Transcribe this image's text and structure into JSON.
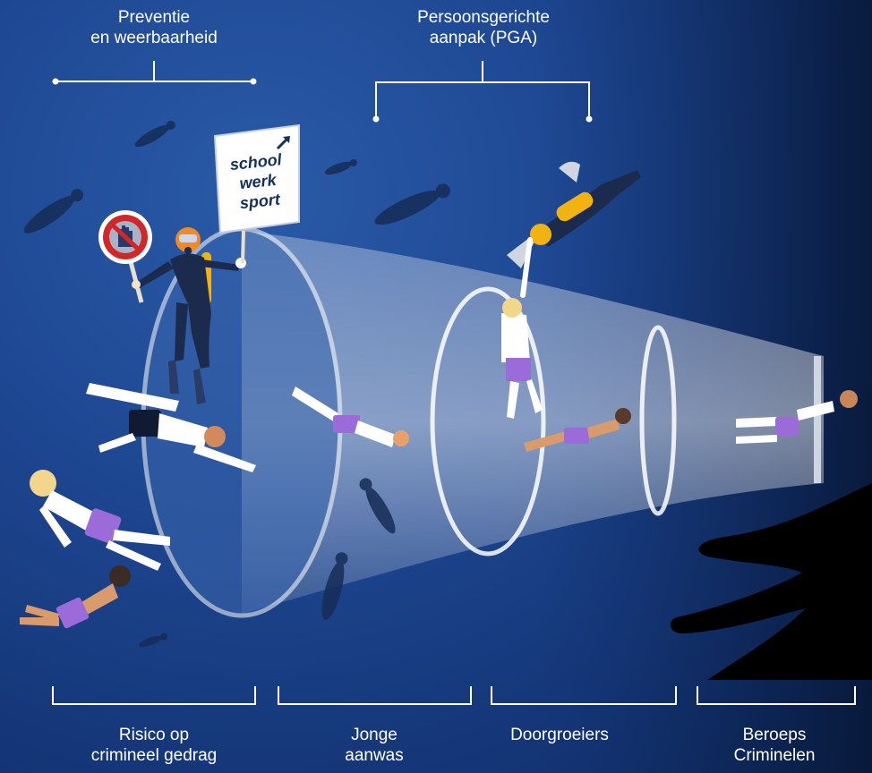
{
  "top_labels": {
    "prevention": "Preventie\nen weerbaarheid",
    "pga": "Persoonsgerichte\naanpak (PGA)"
  },
  "sign": {
    "text": "school\nwerk\nsport"
  },
  "bottom_labels": [
    "Risico op\ncrimineel gedrag",
    "Jonge\naanwas",
    "Doorgroeiers",
    "Beroeps\nCriminelen"
  ],
  "colors": {
    "background_light": "#2a5aa8",
    "background_dark": "#0e2a61",
    "swimwear": "#9b6bd9",
    "tank": "#f2b311",
    "stop_sign": "#d2262a",
    "silhouette": "#162c55"
  },
  "icons": [
    "stop-hand-sign",
    "arrow-up-right-icon",
    "shadow-hand",
    "funnel-net"
  ]
}
